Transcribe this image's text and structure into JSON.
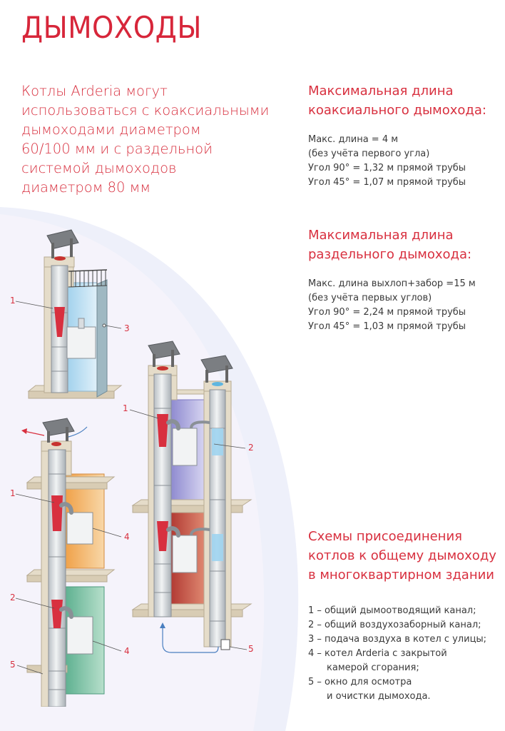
{
  "title": "ДЫМОХОДЫ",
  "intro": {
    "lines": [
      "Котлы Arderia могут",
      "использоваться с коаксиальными",
      "дымоходами диаметром",
      "60/100 мм и с раздельной",
      "системой дымоходов",
      "диаметром 80 мм"
    ]
  },
  "coaxial": {
    "heading": [
      "Максимальная длина",
      "коаксиального дымохода:"
    ],
    "specs": [
      "Макс. длина = 4 м",
      "(без учёта первого угла)",
      "Угол 90° = 1,32 м прямой трубы",
      "Угол 45° = 1,07 м прямой трубы"
    ]
  },
  "separate": {
    "heading": [
      "Максимальная длина",
      "раздельного дымохода:"
    ],
    "specs": [
      "Макс. длина выхлоп+забор =15 м",
      "(без учёта первых углов)",
      "Угол 90° = 2,24 м прямой трубы",
      "Угол 45° = 1,03 м прямой трубы"
    ]
  },
  "schemes": {
    "heading": [
      "Схемы присоединения",
      "котлов к общему дымоходу",
      "в многоквартирном здании"
    ]
  },
  "legend": [
    {
      "text": "1 – общий дымоотводящий канал;",
      "indent": false
    },
    {
      "text": "2 – общий воздухозаборный канал;",
      "indent": false
    },
    {
      "text": "3 – подача воздуха в котел с улицы;",
      "indent": false
    },
    {
      "text": "4 – котел Arderia с закрытой",
      "indent": false
    },
    {
      "text": "камерой сгорания;",
      "indent": true
    },
    {
      "text": "5 – окно для осмотра",
      "indent": false
    },
    {
      "text": "и очистки дымохода.",
      "indent": true
    }
  ],
  "callouts": {
    "a1": "1",
    "a3": "3",
    "b1": "1",
    "b4": "4",
    "b2": "2",
    "b4b": "4",
    "b5": "5",
    "c1": "1",
    "c2": "2",
    "c5": "5"
  },
  "colors": {
    "accent": "#d7263a",
    "text": "#3a3a3a",
    "flue_red": "#d8303f",
    "pipe": "#d9dde0",
    "wall": "#e8dcc8",
    "panel_blue": "#b9dcef",
    "panel_orange": "#f2b266",
    "panel_teal": "#7fc3a8",
    "panel_red": "#c8504a",
    "swoosh": "#e9edf8"
  }
}
